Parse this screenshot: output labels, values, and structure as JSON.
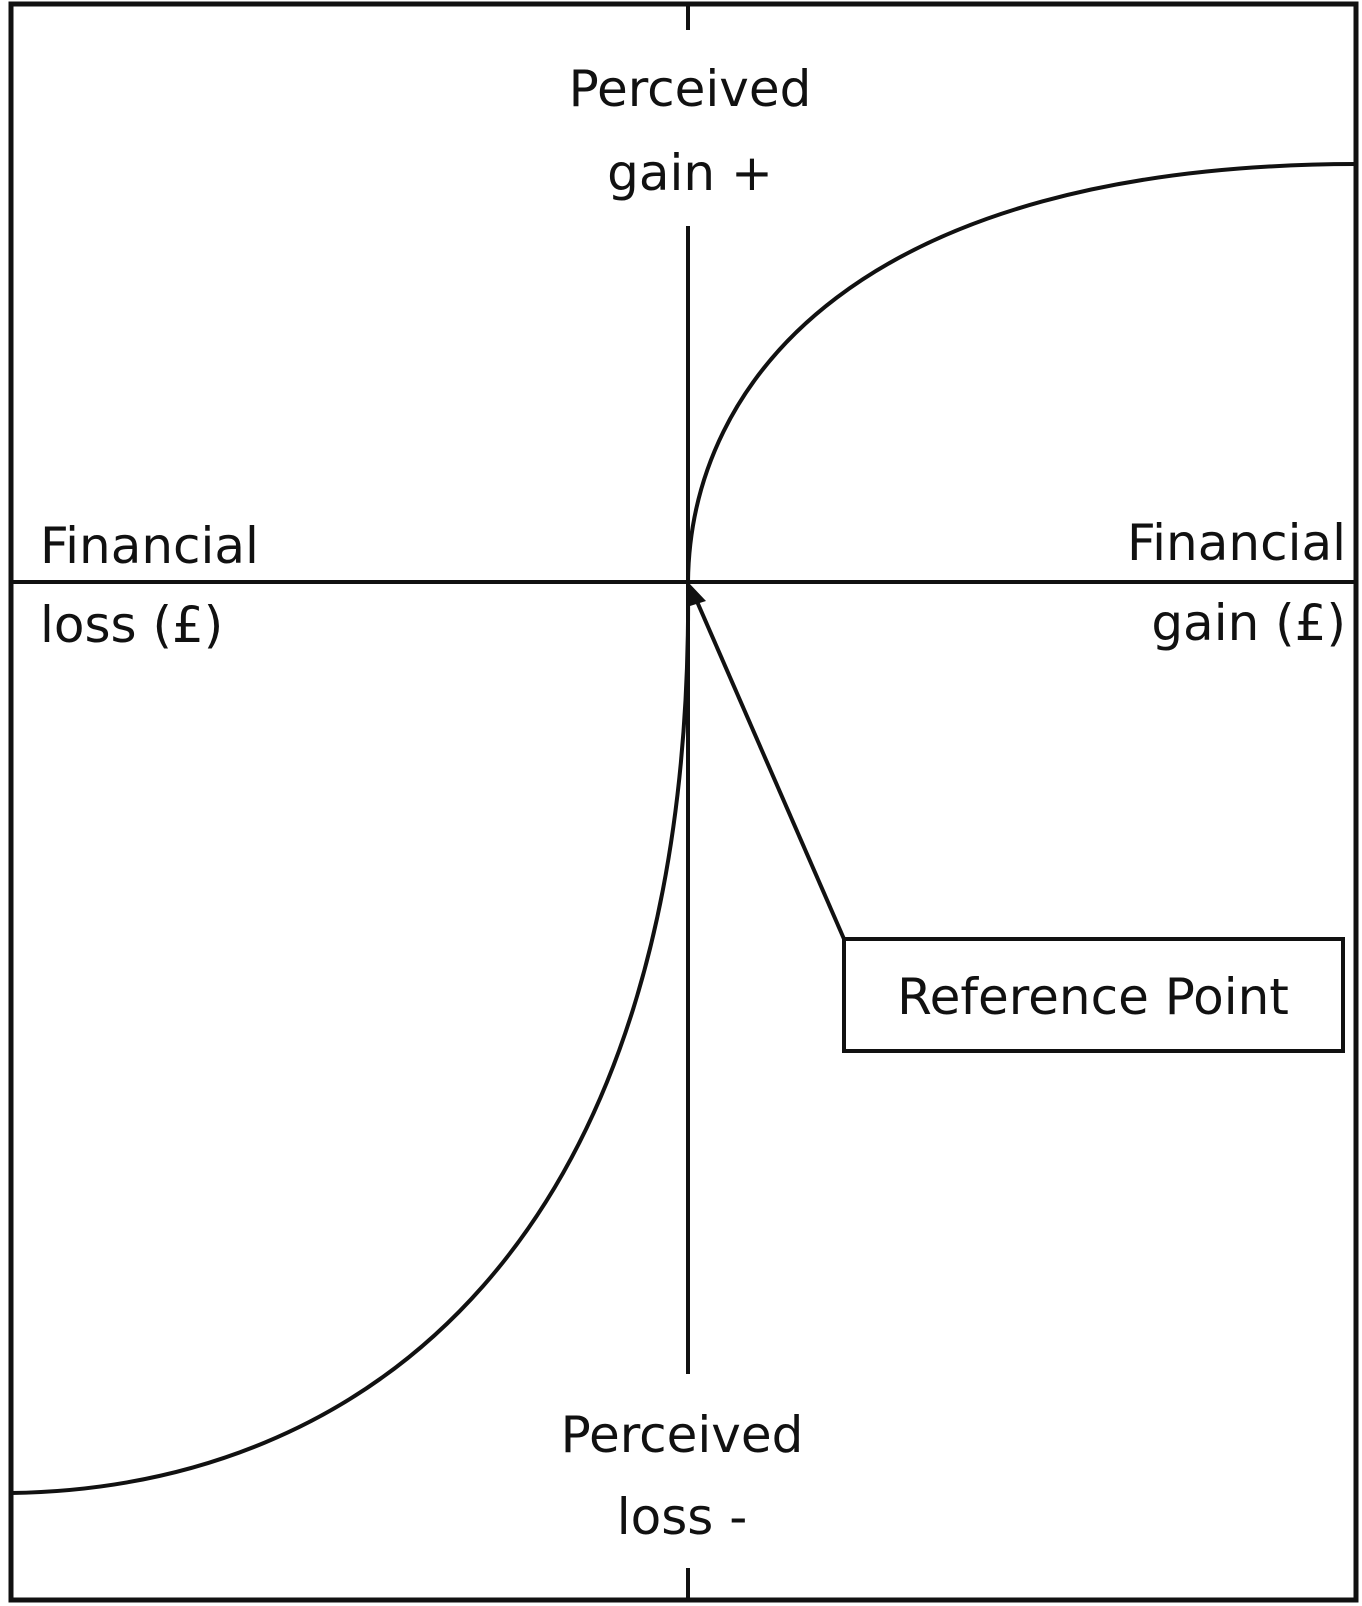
{
  "diagram": {
    "labels": {
      "y_positive": [
        "Perceived",
        "gain +"
      ],
      "y_negative": [
        "Perceived",
        "loss -"
      ],
      "x_negative": [
        "Financial",
        "loss (£)"
      ],
      "x_positive": [
        "Financial",
        "gain (£)"
      ]
    },
    "callout": {
      "text": "Reference Point"
    },
    "curve": {
      "shape": "S-shaped value function: concave for gains, convex and steeper for losses",
      "passes_through": "origin"
    },
    "colors": {
      "line": "#111111",
      "background": "#ffffff"
    }
  }
}
